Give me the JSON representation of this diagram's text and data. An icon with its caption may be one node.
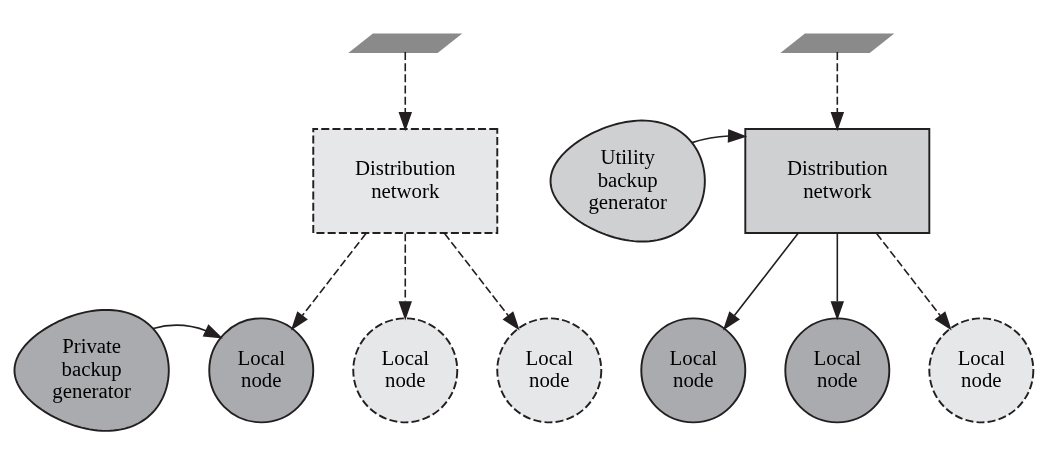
{
  "diagram": {
    "nodes": [
      {
        "text": [],
        "shape": "bar"
      },
      {
        "text": [
          "Distribution network"
        ]
      },
      {
        "text": [
          "Private backup generator"
        ]
      },
      {
        "text": [
          "Local node"
        ]
      },
      {
        "text": [
          "Local node"
        ]
      },
      {
        "text": [
          "Local node"
        ]
      },
      {
        "text": [],
        "shape": "bar"
      },
      {
        "text": [
          "Utility backup generator"
        ]
      },
      {
        "text": [
          "Distribution network"
        ]
      },
      {
        "text": [
          "Local node"
        ]
      },
      {
        "text": [
          "Local node"
        ]
      },
      {
        "text": [
          "Local node"
        ]
      }
    ],
    "edges": [
      {
        "from": 0,
        "to": 1,
        "arrow": "to",
        "style": "dashed"
      },
      {
        "from": 1,
        "to": 3,
        "arrow": "to",
        "style": "dashed"
      },
      {
        "from": 1,
        "to": 4,
        "arrow": "to",
        "style": "dashed"
      },
      {
        "from": 1,
        "to": 5,
        "arrow": "to",
        "style": "dashed"
      },
      {
        "from": 2,
        "to": 3,
        "arrow": "to"
      },
      {
        "from": 6,
        "to": 8,
        "arrow": "to",
        "style": "dashed"
      },
      {
        "from": 7,
        "to": 8,
        "arrow": "to"
      },
      {
        "from": 8,
        "to": 9,
        "arrow": "to"
      },
      {
        "from": 8,
        "to": 10,
        "arrow": "to"
      },
      {
        "from": 8,
        "to": 11,
        "arrow": "to",
        "style": "dashed"
      }
    ]
  }
}
